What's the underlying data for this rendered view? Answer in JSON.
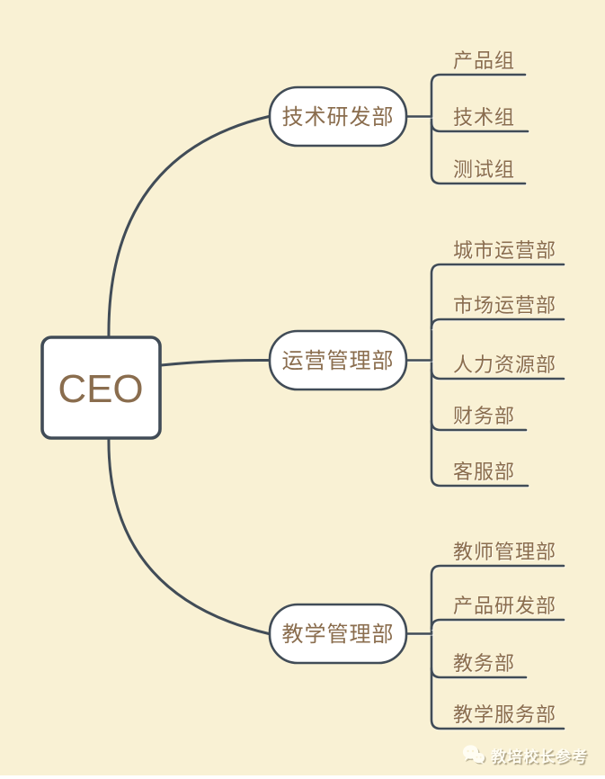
{
  "canvas": {
    "colors": {
      "background": "#f9f1d4",
      "line": "#414c57",
      "text_brown": "#8a6d4e",
      "node_fill": "#ffffff",
      "watermark_text": "#fffdf3"
    }
  },
  "root": {
    "label": "CEO"
  },
  "branches": [
    {
      "label": "技术研发部",
      "children": [
        {
          "label": "产品组"
        },
        {
          "label": "技术组"
        },
        {
          "label": "测试组"
        }
      ]
    },
    {
      "label": "运营管理部",
      "children": [
        {
          "label": "城市运营部"
        },
        {
          "label": "市场运营部"
        },
        {
          "label": "人力资源部"
        },
        {
          "label": "财务部"
        },
        {
          "label": "客服部"
        }
      ]
    },
    {
      "label": "教学管理部",
      "children": [
        {
          "label": "教师管理部"
        },
        {
          "label": "产品研发部"
        },
        {
          "label": "教务部"
        },
        {
          "label": "教学服务部"
        }
      ]
    }
  ],
  "watermark": {
    "label": "教培校长参考",
    "icon": "wechat-icon"
  }
}
